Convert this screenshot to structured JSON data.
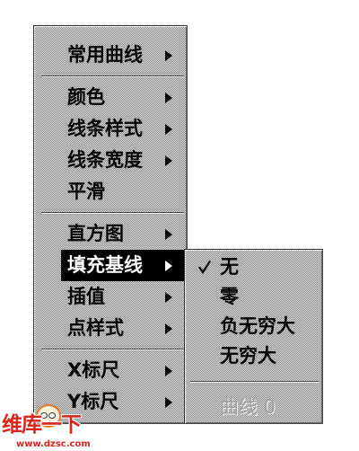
{
  "menu": {
    "groups": [
      {
        "items": [
          {
            "label": "常用曲线",
            "has_submenu": true
          }
        ]
      },
      {
        "items": [
          {
            "label": "颜色",
            "has_submenu": true
          },
          {
            "label": "线条样式",
            "has_submenu": true
          },
          {
            "label": "线条宽度",
            "has_submenu": true
          },
          {
            "label": "平滑",
            "has_submenu": false
          }
        ]
      },
      {
        "items": [
          {
            "label": "直方图",
            "has_submenu": true
          },
          {
            "label": "填充基线",
            "has_submenu": true,
            "highlighted": true
          },
          {
            "label": "插值",
            "has_submenu": true
          },
          {
            "label": "点样式",
            "has_submenu": true
          }
        ]
      },
      {
        "items": [
          {
            "label": "X标尺",
            "has_submenu": true
          },
          {
            "label": "Y标尺",
            "has_submenu": true
          }
        ]
      }
    ]
  },
  "submenu": {
    "groups": [
      {
        "items": [
          {
            "label": "无",
            "checked": true
          },
          {
            "label": "零",
            "checked": false
          },
          {
            "label": "负无穷大",
            "checked": false
          },
          {
            "label": "无穷大",
            "checked": false
          }
        ]
      },
      {
        "items": [
          {
            "label": "曲线 0",
            "checked": false,
            "disabled": true
          }
        ]
      }
    ]
  },
  "watermark": {
    "brand": "维库一下",
    "url": "www.dzsc.com"
  },
  "icons": {
    "submenu_arrow": "triangle-right-icon",
    "check": "check-icon",
    "mascot": "mascot-icon"
  },
  "colors": {
    "menu_face": "#b8b8b8",
    "highlight_bg": "#000000",
    "highlight_text": "#ffffff",
    "disabled_text": "#a0a0a0",
    "watermark": "#d8261c"
  }
}
